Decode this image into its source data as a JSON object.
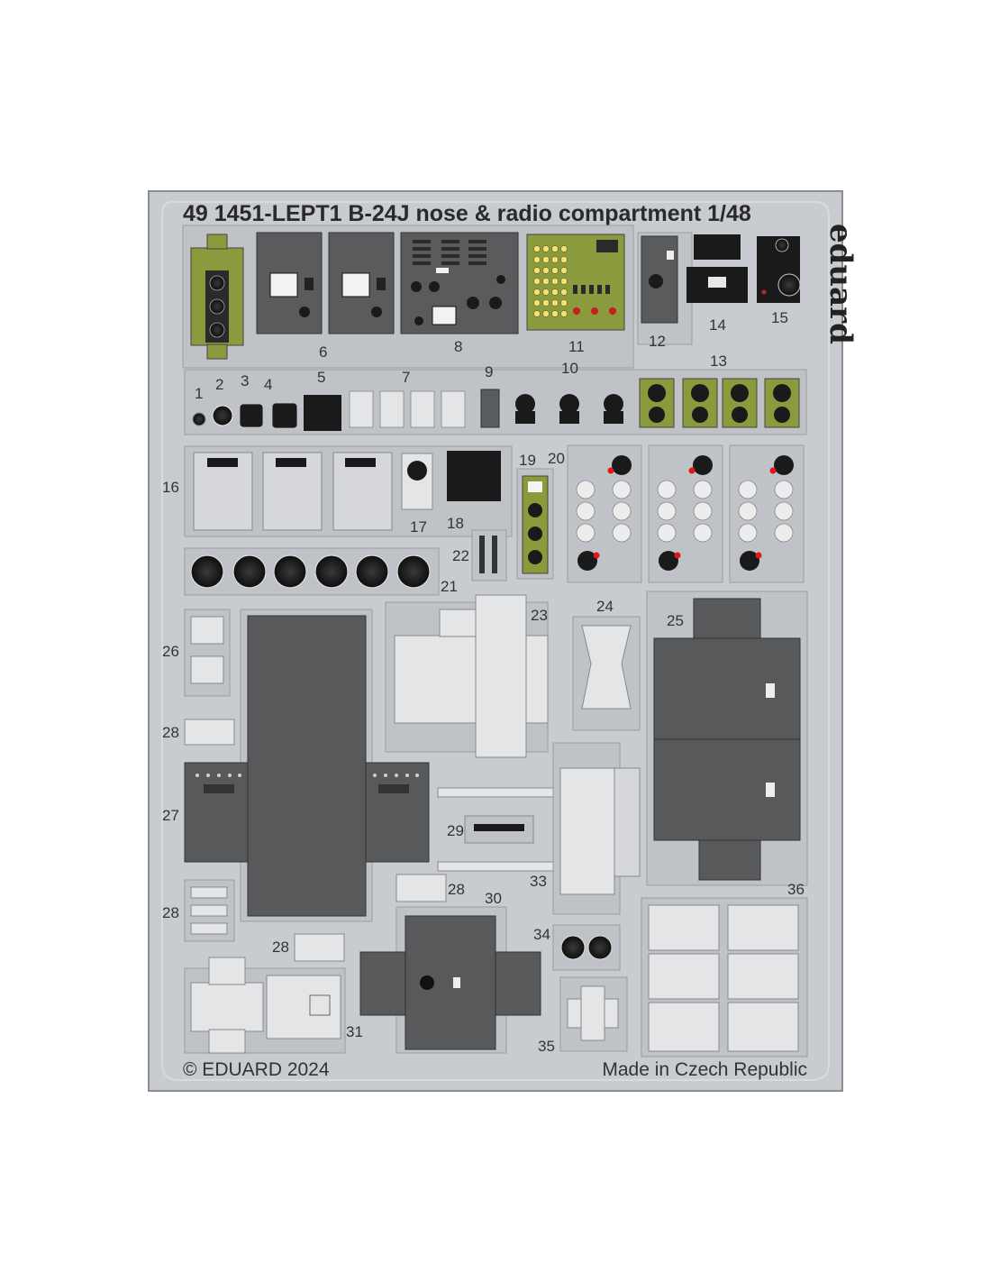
{
  "sheet": {
    "title": "49 1451-LEPT1  B-24J nose & radio compartment  1/48",
    "brand": "eduard",
    "copyright": "© EDUARD 2024",
    "origin": "Made in Czech Republic"
  },
  "part_numbers": [
    "1",
    "2",
    "3",
    "4",
    "5",
    "6",
    "7",
    "8",
    "9",
    "10",
    "11",
    "12",
    "13",
    "14",
    "15",
    "16",
    "17",
    "18",
    "19",
    "20",
    "21",
    "22",
    "23",
    "24",
    "25",
    "26",
    "27",
    "28",
    "28",
    "28",
    "28",
    "29",
    "30",
    "31",
    "33",
    "34",
    "35",
    "36"
  ],
  "colors": {
    "fret": "#c8cbd0",
    "fret_edge": "#8a8d92",
    "dark_panel": "#58595b",
    "olive_panel": "#8a9a3c",
    "light_part": "#e4e5e7",
    "black_instrument": "#1a1a1a"
  }
}
